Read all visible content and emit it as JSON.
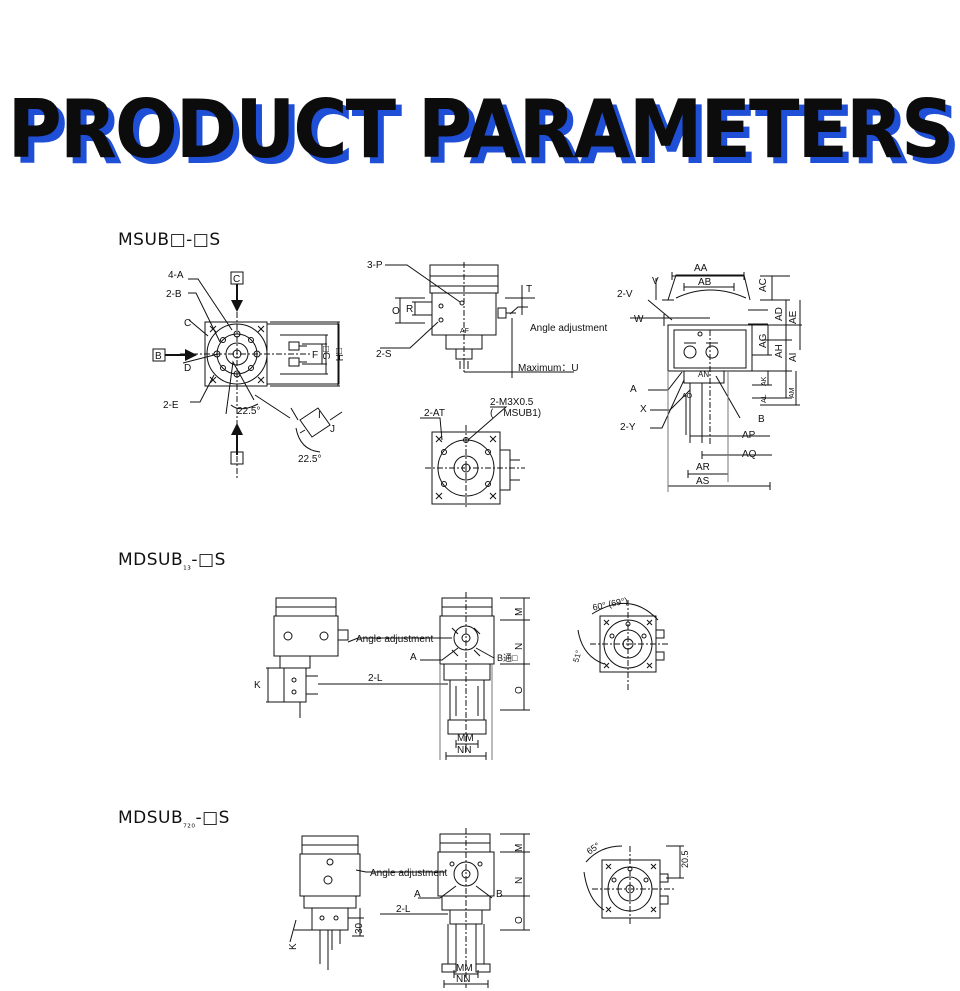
{
  "header": {
    "title": "PRODUCT PARAMETERS"
  },
  "sections": [
    {
      "label": "MSUB□-□S"
    },
    {
      "label_main": "MDSUB",
      "label_frac": "₁₃",
      "label_tail": "-□S"
    },
    {
      "label_main": "MDSUB",
      "label_frac": "₇₂₀",
      "label_tail": "-□S"
    }
  ],
  "msub": {
    "view1": {
      "t_4a": "4-A",
      "t_2b": "2-B",
      "t_c": "C",
      "t_d": "D",
      "t_2e": "2-E",
      "t_cbox": "C",
      "t_bbox": "B",
      "t_f": "F",
      "t_g": "□G",
      "t_h": "□H",
      "t_ang1": "22.5°",
      "t_ang2": "22.5°",
      "t_j": "J",
      "t_i": "I"
    },
    "view2": {
      "t_3p": "3-P",
      "t_o": "O",
      "t_r": "R",
      "t_t": "T",
      "t_2s": "2-S",
      "t_af": "AF",
      "t_angle": "Angle adjustment",
      "t_max": "Maximum：U"
    },
    "view3": {
      "t_2at": "2-AT",
      "t_m3": "2-M3X0.5",
      "t_msub1": "(　MSUB1)"
    },
    "view4": {
      "t_aa": "AA",
      "t_ab": "AB",
      "t_2v": "2-V",
      "t_v": "V",
      "t_w": "W",
      "t_a": "A",
      "t_x": "X",
      "t_2y": "2-Y",
      "t_an": "AN",
      "t_ao": "AO",
      "t_b": "B",
      "t_ap": "AP",
      "t_aq": "AQ",
      "t_ar": "AR",
      "t_as": "AS",
      "t_ac": "AC",
      "t_ad": "AD",
      "t_ae": "AE",
      "t_ag": "AG",
      "t_ah": "AH",
      "t_ai": "AI",
      "t_ak": "AK",
      "t_al": "AL",
      "t_am": "AM"
    }
  },
  "mdsub13": {
    "t_angle": "Angle adjustment",
    "t_a": "A",
    "t_b": "B通□",
    "t_2l": "2-L",
    "t_k": "K",
    "t_m": "M",
    "t_n": "N",
    "t_o": "O",
    "t_mm": "MM",
    "t_nn": "NN",
    "t_60": "60° (69°)",
    "t_51": "51°"
  },
  "mdsub720": {
    "t_angle": "Angle adjustment",
    "t_a": "A",
    "t_b": "B",
    "t_2l": "2-L",
    "t_k": "K",
    "t_30": "30",
    "t_m": "M",
    "t_n": "N",
    "t_o": "O",
    "t_mm": "MM",
    "t_nn": "NN",
    "t_65": "65°",
    "t_205": "20.5"
  }
}
